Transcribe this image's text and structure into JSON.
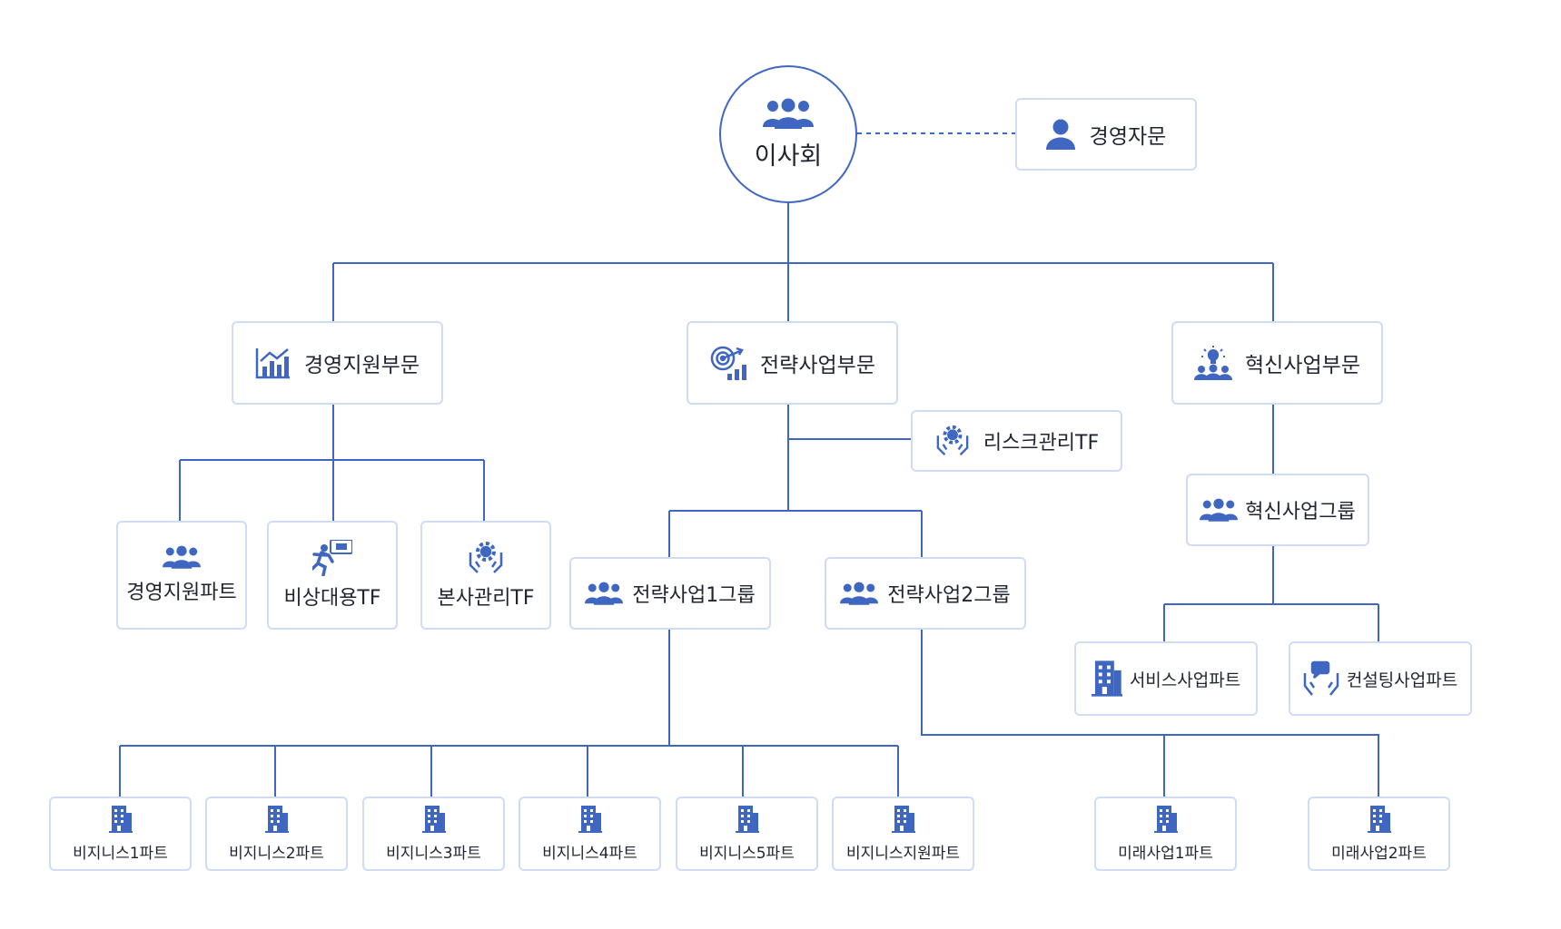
{
  "colors": {
    "accent": "#3f67c1",
    "line": "#3f67c1",
    "border": "#cfdcf4",
    "text": "#1f2430"
  },
  "board": {
    "label": "이사회",
    "icon": "people-icon"
  },
  "advisory": {
    "label": "경영자문",
    "icon": "person-icon"
  },
  "divisions": {
    "management": {
      "label": "경영지원부문",
      "icon": "bar-chart-icon"
    },
    "strategy": {
      "label": "전략사업부문",
      "icon": "target-icon"
    },
    "innovation": {
      "label": "혁신사업부문",
      "icon": "idea-team-icon"
    }
  },
  "management_units": [
    {
      "label": "경영지원파트",
      "icon": "people-icon"
    },
    {
      "label": "비상대용TF",
      "icon": "emergency-exit-icon"
    },
    {
      "label": "본사관리TF",
      "icon": "gear-hands-icon"
    }
  ],
  "risk_tf": {
    "label": "리스크관리TF",
    "icon": "gear-hands-icon"
  },
  "strategy_groups": [
    {
      "label": "전략사업1그룹",
      "icon": "people-icon"
    },
    {
      "label": "전략사업2그룹",
      "icon": "people-icon"
    }
  ],
  "innovation_group": {
    "label": "혁신사업그룹",
    "icon": "people-icon"
  },
  "innovation_parts": [
    {
      "label": "서비스사업파트",
      "icon": "building-icon"
    },
    {
      "label": "컨설팅사업파트",
      "icon": "consulting-icon"
    }
  ],
  "business_parts": [
    {
      "label": "비지니스1파트",
      "icon": "building-icon"
    },
    {
      "label": "비지니스2파트",
      "icon": "building-icon"
    },
    {
      "label": "비지니스3파트",
      "icon": "building-icon"
    },
    {
      "label": "비지니스4파트",
      "icon": "building-icon"
    },
    {
      "label": "비지니스5파트",
      "icon": "building-icon"
    },
    {
      "label": "비지니스지원파트",
      "icon": "building-icon"
    }
  ],
  "future_parts": [
    {
      "label": "미래사업1파트",
      "icon": "building-icon"
    },
    {
      "label": "미래사업2파트",
      "icon": "building-icon"
    }
  ]
}
